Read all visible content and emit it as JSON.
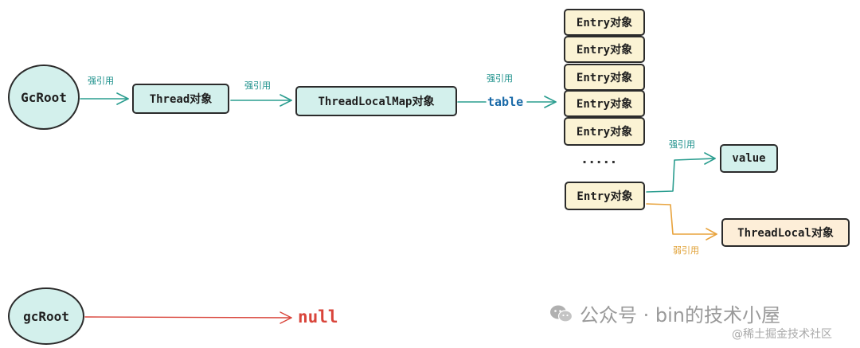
{
  "nodes": {
    "gcroot_top": "GcRoot",
    "thread": "Thread对象",
    "threadlocalmap": "ThreadLocalMap对象",
    "entries": [
      "Entry对象",
      "Entry对象",
      "Entry对象",
      "Entry对象",
      "Entry对象"
    ],
    "entry_last": "Entry对象",
    "value": "value",
    "threadlocal": "ThreadLocal对象",
    "gcroot_bottom": "gcRoot"
  },
  "labels": {
    "strong_ref_1": "强引用",
    "strong_ref_2": "强引用",
    "strong_ref_3": "强引用",
    "strong_ref_value": "强引用",
    "weak_ref": "弱引用",
    "table": "table",
    "ellipsis": ".....",
    "null": "null"
  },
  "watermark": {
    "line1": "公众号 · bin的技术小屋",
    "line2": "@稀土掘金技术社区"
  },
  "colors": {
    "teal_line": "#2a9d8f",
    "orange_line": "#e8a33d",
    "red_line": "#d9453b",
    "teal_fill": "#d3f0ec",
    "yellow_fill": "#fbf3d4",
    "peach_fill": "#fdeed8"
  }
}
